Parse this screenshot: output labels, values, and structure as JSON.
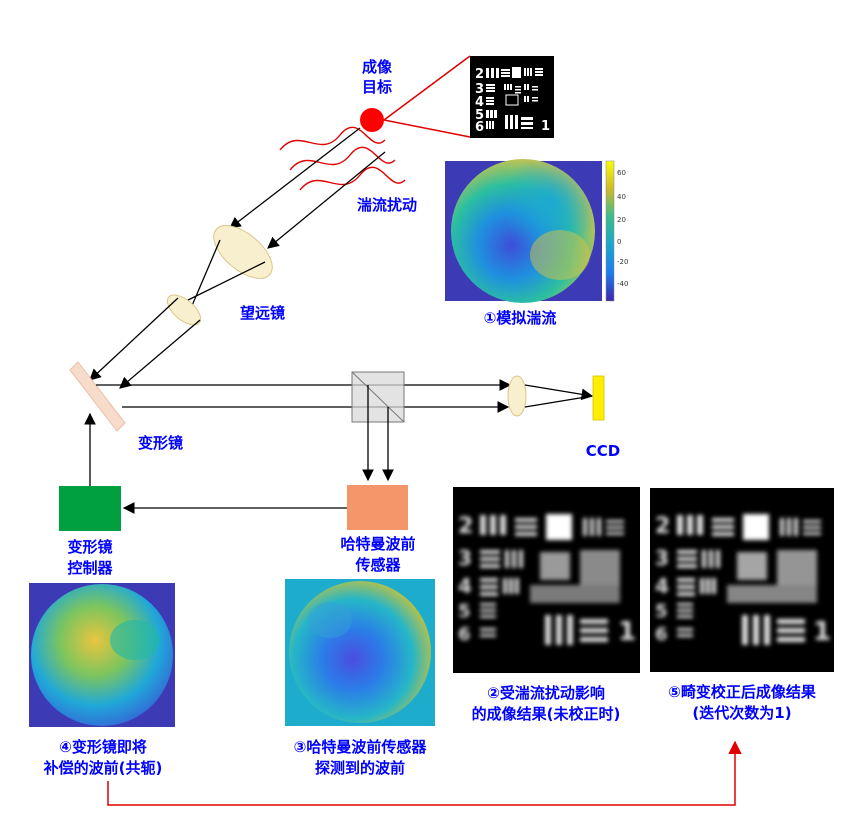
{
  "labels": {
    "imaging_target": [
      "成像",
      "目标"
    ],
    "turbulence": "湍流扰动",
    "telescope": "望远镜",
    "simulated_turbulence": "①模拟湍流",
    "deformable_mirror": "变形镜",
    "ccd": "CCD",
    "dm_controller": [
      "变形镜",
      "控制器"
    ],
    "wfs": [
      "哈特曼波前",
      "传感器"
    ],
    "affected_result": [
      "②受湍流扰动影响",
      "的成像结果(未校正时)"
    ],
    "corrected_result": [
      "⑤畸变校正后成像结果",
      "(迭代次数为1)"
    ],
    "dm_compensate": [
      "④变形镜即将",
      "补偿的波前(共轭)"
    ],
    "wfs_detected": [
      "③哈特曼波前传感器",
      "探测到的波前"
    ]
  },
  "colorbar_ticks": [
    "60",
    "40",
    "20",
    "0",
    "-20",
    "-40"
  ],
  "usaf_digits": [
    "2",
    "3",
    "4",
    "5",
    "6",
    "1"
  ],
  "colors": {
    "label_blue": "#0000ff",
    "target_red": "#ff0000",
    "turbulence_red": "#ff0000",
    "dm_controller_green": "#00a040",
    "wfs_orange": "#f4956a",
    "ccd_yellow": "#ffee00",
    "lens_fill": "#f8efcf",
    "mirror_fill": "#f7dccb"
  }
}
